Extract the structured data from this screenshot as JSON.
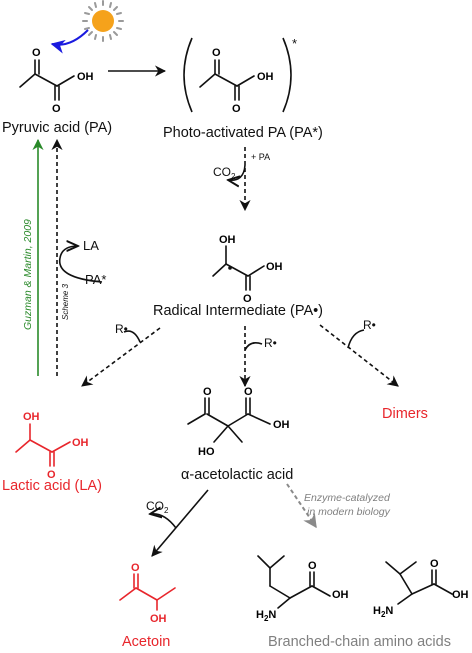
{
  "colors": {
    "black": "#111111",
    "red": "#e8262c",
    "green": "#2a8a2a",
    "gray": "#808080",
    "sun_core": "#f5a21b",
    "sun_rays": "#9a9a9a",
    "blue_arrow": "#1a1adf"
  },
  "compounds": {
    "pyruvic_acid": "Pyruvic acid (PA)",
    "photo_activated": "Photo-activated PA (PA*)",
    "radical": "Radical Intermediate (PA•)",
    "lactic_acid": "Lactic acid (LA)",
    "acetolactic": "α-acetolactic acid",
    "dimers": "Dimers",
    "acetoin": "Acetoin",
    "amino_acids": "Branched-chain amino acids"
  },
  "atoms": {
    "O": "O",
    "OH": "OH",
    "HO": "HO",
    "H2N_H": "H",
    "H2N_2": "2",
    "H2N_N": "N"
  },
  "labels": {
    "excited_star": "*",
    "co2_top_main": "CO",
    "co2_top_sub": "2",
    "plus_pa": "+ PA",
    "la": "LA",
    "pa_star": "PA*",
    "scheme3": "Scheme 3",
    "guzman": "Guzman & Martin, 2009",
    "r_dot_left": "R•",
    "r_dot_mid": "R•",
    "r_dot_right": "R•",
    "co2_bottom_main": "CO",
    "co2_bottom_sub": "2",
    "enzyme_line1": "Enzyme-catalyzed",
    "enzyme_line2": "in modern biology"
  },
  "icons": {
    "sun": "sun-icon",
    "photon": "light-arrow-icon"
  }
}
